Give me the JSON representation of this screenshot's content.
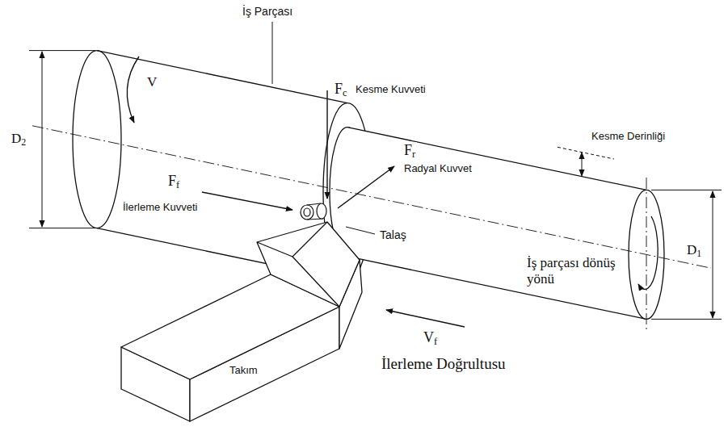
{
  "diagram": {
    "labels": [
      "İş Parçası",
      "V",
      "Fc",
      "Kesme Kuvveti",
      "Kesme Derinliği",
      "D1",
      "Fr",
      "Radyal Kuvvet",
      "D2",
      "Ff",
      "İlerleme Kuvveti",
      "Talaş",
      "İş parçası dönüş yönü",
      "Vf",
      "İlerleme Doğrultusu",
      "Takım"
    ]
  }
}
